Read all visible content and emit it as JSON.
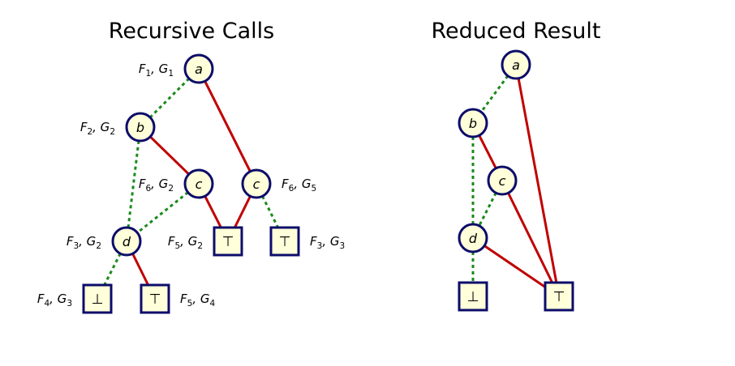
{
  "colors": {
    "node_fill": "#ffffd9",
    "node_stroke": "#0c0c6a",
    "high_edge": "#c00000",
    "low_edge": "#1a8a1a"
  },
  "panels": [
    {
      "title": "Recursive Calls",
      "nodes": [
        {
          "id": "a",
          "label": "a",
          "shape": "circle",
          "ann": {
            "F": "1",
            "G": "1"
          },
          "ann_side": "left"
        },
        {
          "id": "b",
          "label": "b",
          "shape": "circle",
          "ann": {
            "F": "2",
            "G": "2"
          },
          "ann_side": "left"
        },
        {
          "id": "c1",
          "label": "c",
          "shape": "circle",
          "ann": {
            "F": "6",
            "G": "2"
          },
          "ann_side": "left"
        },
        {
          "id": "c2",
          "label": "c",
          "shape": "circle",
          "ann": {
            "F": "6",
            "G": "5"
          },
          "ann_side": "right"
        },
        {
          "id": "d",
          "label": "d",
          "shape": "circle",
          "ann": {
            "F": "3",
            "G": "2"
          },
          "ann_side": "left"
        },
        {
          "id": "t1",
          "label": "⊤",
          "shape": "square",
          "ann": {
            "F": "5",
            "G": "2"
          },
          "ann_side": "left"
        },
        {
          "id": "t2",
          "label": "⊤",
          "shape": "square",
          "ann": {
            "F": "3",
            "G": "3"
          },
          "ann_side": "right"
        },
        {
          "id": "f1",
          "label": "⊥",
          "shape": "square",
          "ann": {
            "F": "4",
            "G": "3"
          },
          "ann_side": "left"
        },
        {
          "id": "t3",
          "label": "⊤",
          "shape": "square",
          "ann": {
            "F": "5",
            "G": "4"
          },
          "ann_side": "right"
        }
      ],
      "edges": [
        {
          "from": "a",
          "to": "b",
          "kind": "low"
        },
        {
          "from": "a",
          "to": "c2",
          "kind": "high"
        },
        {
          "from": "b",
          "to": "d",
          "kind": "low"
        },
        {
          "from": "b",
          "to": "c1",
          "kind": "high"
        },
        {
          "from": "c1",
          "to": "d",
          "kind": "low"
        },
        {
          "from": "c1",
          "to": "t1",
          "kind": "high"
        },
        {
          "from": "c2",
          "to": "t1",
          "kind": "high"
        },
        {
          "from": "c2",
          "to": "t2",
          "kind": "low"
        },
        {
          "from": "d",
          "to": "f1",
          "kind": "low"
        },
        {
          "from": "d",
          "to": "t3",
          "kind": "high"
        }
      ]
    },
    {
      "title": "Reduced Result",
      "nodes": [
        {
          "id": "a",
          "label": "a",
          "shape": "circle"
        },
        {
          "id": "b",
          "label": "b",
          "shape": "circle"
        },
        {
          "id": "c",
          "label": "c",
          "shape": "circle"
        },
        {
          "id": "d",
          "label": "d",
          "shape": "circle"
        },
        {
          "id": "f",
          "label": "⊥",
          "shape": "square"
        },
        {
          "id": "t",
          "label": "⊤",
          "shape": "square"
        }
      ],
      "edges": [
        {
          "from": "a",
          "to": "b",
          "kind": "low"
        },
        {
          "from": "a",
          "to": "t",
          "kind": "high"
        },
        {
          "from": "b",
          "to": "d",
          "kind": "low"
        },
        {
          "from": "b",
          "to": "c",
          "kind": "high"
        },
        {
          "from": "c",
          "to": "d",
          "kind": "low"
        },
        {
          "from": "c",
          "to": "t",
          "kind": "high"
        },
        {
          "from": "d",
          "to": "f",
          "kind": "low"
        },
        {
          "from": "d",
          "to": "t",
          "kind": "high"
        }
      ]
    }
  ]
}
